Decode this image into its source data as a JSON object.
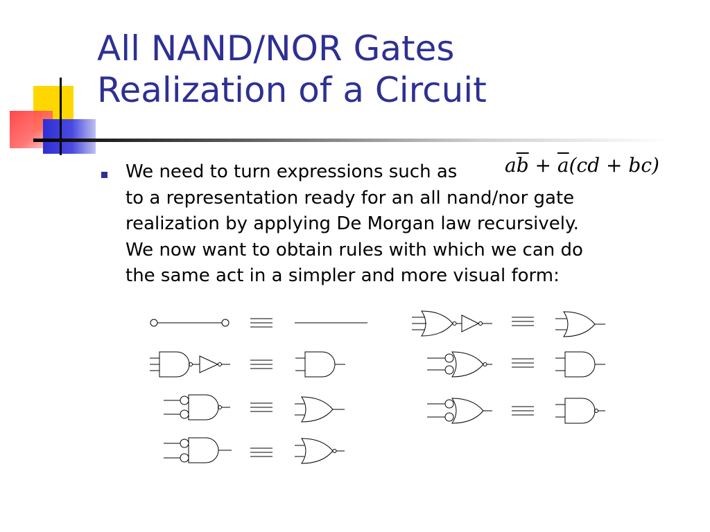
{
  "slide": {
    "title_line1": "All NAND/NOR Gates",
    "title_line2": "Realization of a Circuit",
    "bullet": {
      "line1": "We need to turn expressions such as",
      "line2": "to a representation ready for an all nand/nor gate",
      "line3": "realization by applying De Morgan law recursively.",
      "line4": "We now want to obtain rules with which we can do",
      "line5": "the same act in a simpler and more visual form:"
    },
    "expression": {
      "t1": "a",
      "t2": "b",
      "op1": " + ",
      "t3": "a",
      "t4": "(cd",
      "op2": " + ",
      "t5": "bc",
      "t6": ")"
    },
    "equivalence_symbol": "≡"
  },
  "colors": {
    "title": "#2e3092",
    "bullet": "#2e3092",
    "deco_yellow": "#ffd700",
    "deco_blue": "#2f2fd6",
    "deco_red": "#ff3a3a"
  }
}
